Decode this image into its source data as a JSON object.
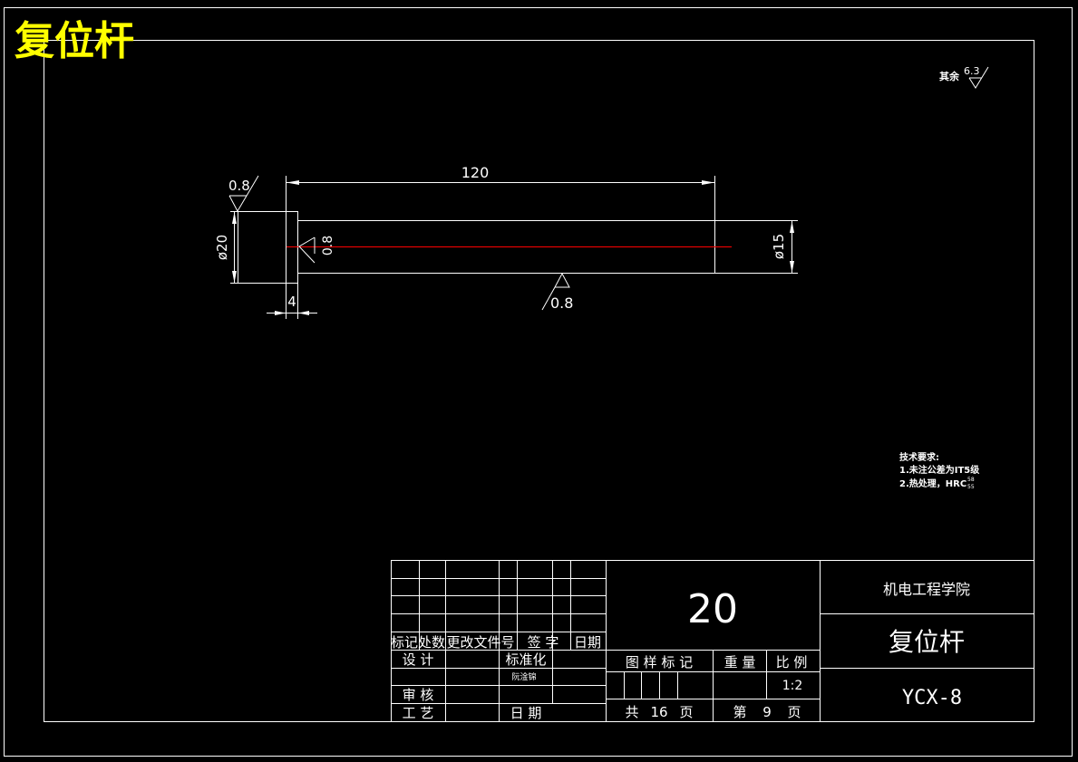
{
  "overlay_title": "复位杆",
  "colors": {
    "background": "#000000",
    "lines": "#ffffff",
    "center_line": "#ff0000",
    "overlay_title": "#ffff00"
  },
  "surface_finish": {
    "general_label": "其余",
    "general_value": "6.3",
    "left_face_value": "0.8",
    "bore_value": "0.8",
    "bottom_value": "0.8"
  },
  "dimensions": {
    "length": "120",
    "head_diameter": "ø20",
    "rod_diameter": "ø15",
    "head_thickness": "4"
  },
  "tech_requirements": {
    "heading": "技术要求:",
    "item1": "1.未注公差为IT5级",
    "item2_prefix": "2.热处理，HRC",
    "item2_sup": "58",
    "item2_sub": "55"
  },
  "title_block": {
    "rev_headers": [
      "标记",
      "处数",
      "更改文件号",
      "签 字",
      "日期"
    ],
    "design_label": "设 计",
    "standardize_label": "标准化",
    "standardize_value": "阮淦锦",
    "review_label": "审 核",
    "process_label": "工 艺",
    "date_label": "日 期",
    "quantity": "20",
    "mark_label": "图 样 标 记",
    "weight_label": "重 量",
    "scale_label": "比 例",
    "scale_value": "1:2",
    "total_prefix": "共",
    "total_pages": "16",
    "page_suffix": "页",
    "current_prefix": "第",
    "current_page": "9",
    "school": "机电工程学院",
    "part_name": "复位杆",
    "drawing_no": "YCX-8"
  }
}
